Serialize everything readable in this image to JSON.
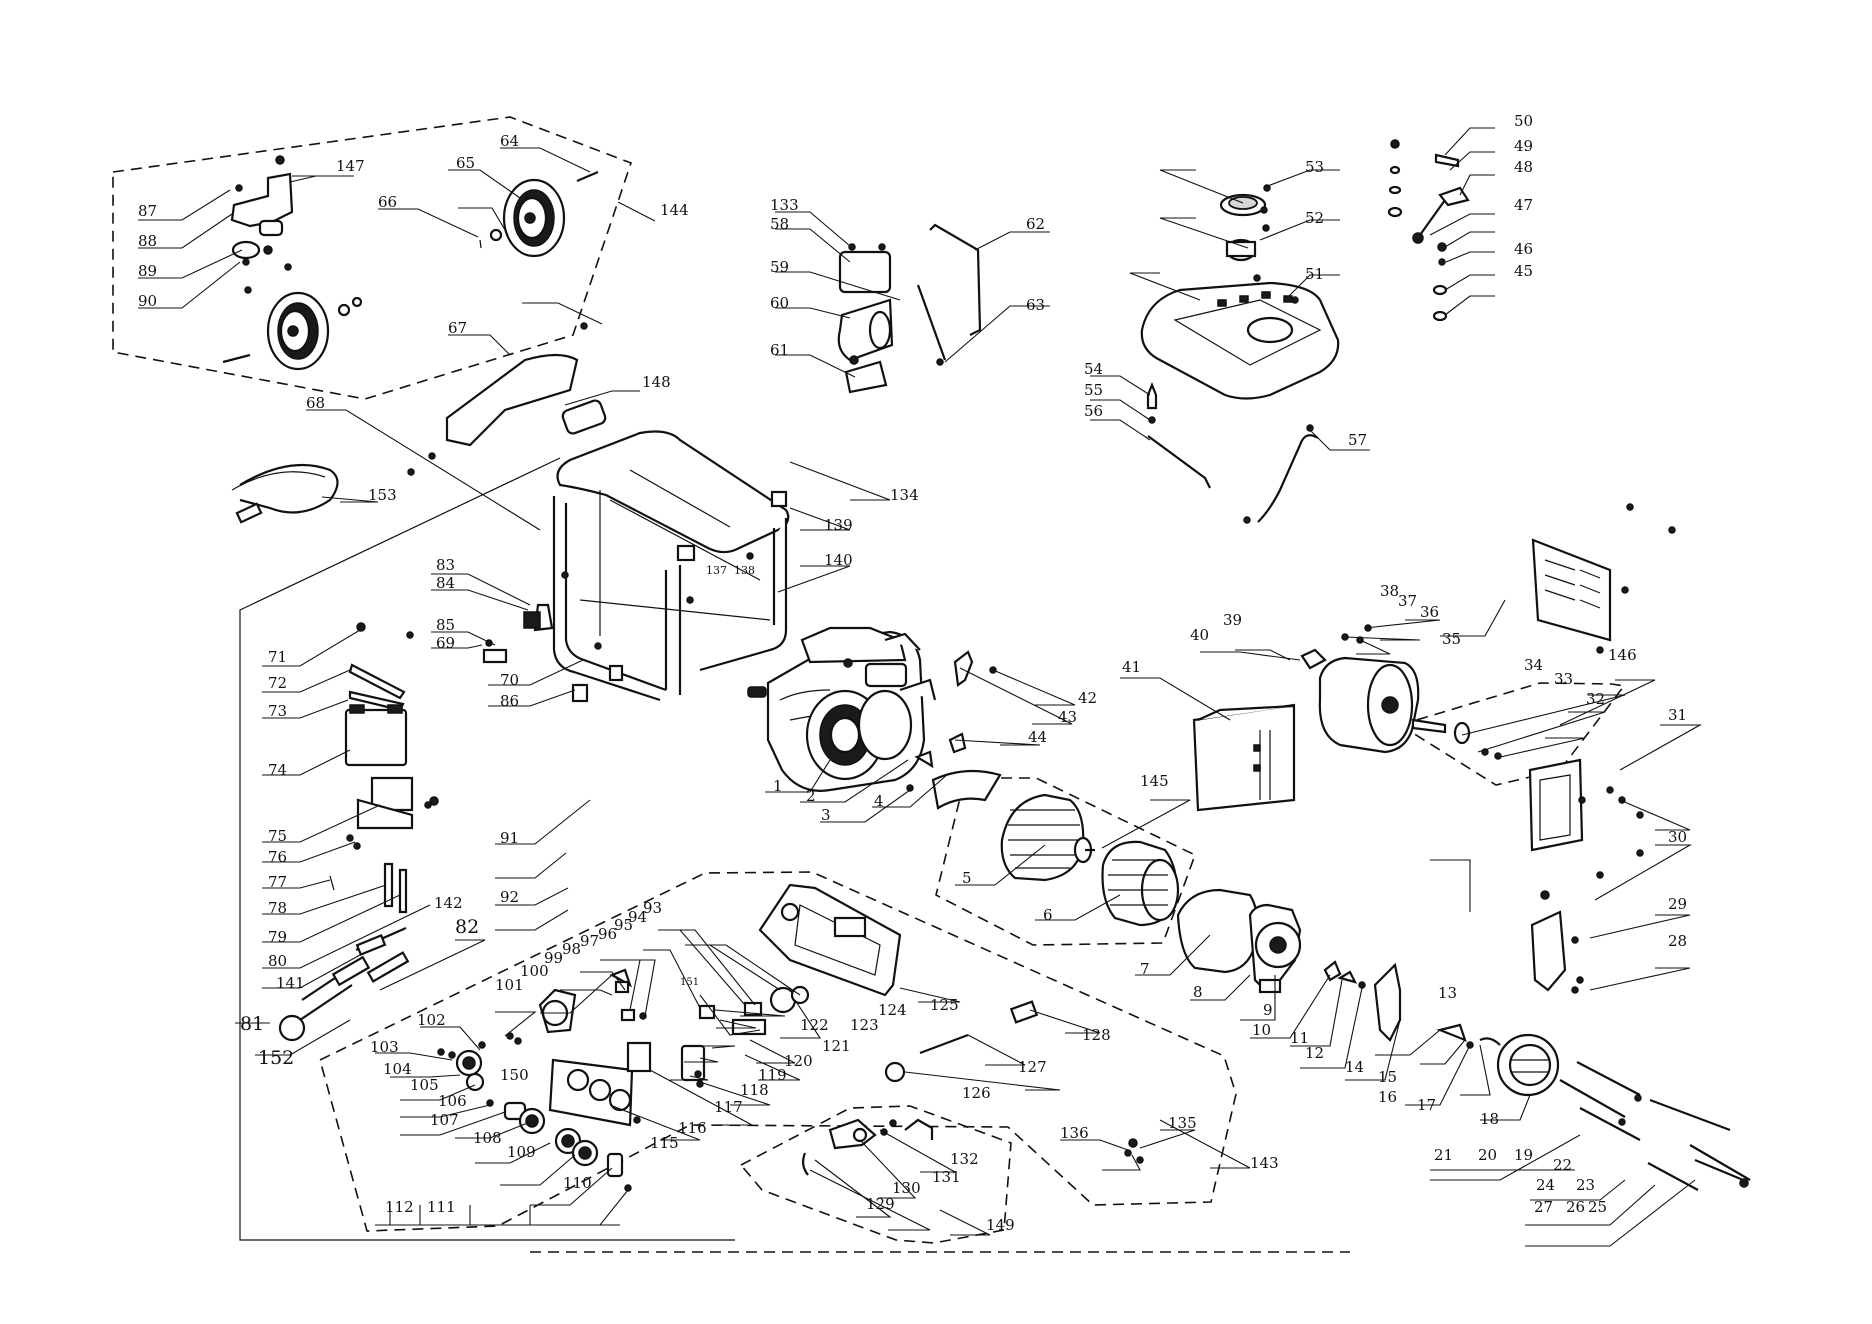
{
  "diagram": {
    "type": "exploded-parts-view",
    "part_numbers": [
      "1",
      "2",
      "3",
      "4",
      "5",
      "6",
      "7",
      "8",
      "9",
      "10",
      "11",
      "12",
      "13",
      "14",
      "15",
      "16",
      "17",
      "18",
      "19",
      "20",
      "21",
      "22",
      "23",
      "24",
      "25",
      "26",
      "27",
      "28",
      "29",
      "30",
      "31",
      "32",
      "33",
      "34",
      "35",
      "36",
      "37",
      "38",
      "39",
      "40",
      "41",
      "42",
      "43",
      "44",
      "45",
      "46",
      "47",
      "48",
      "49",
      "50",
      "51",
      "52",
      "53",
      "54",
      "55",
      "56",
      "57",
      "58",
      "59",
      "60",
      "61",
      "62",
      "63",
      "64",
      "65",
      "66",
      "67",
      "68",
      "69",
      "70",
      "71",
      "72",
      "73",
      "74",
      "75",
      "76",
      "77",
      "78",
      "79",
      "80",
      "81",
      "82",
      "83",
      "84",
      "85",
      "86",
      "87",
      "88",
      "89",
      "90",
      "91",
      "92",
      "93",
      "94",
      "95",
      "96",
      "97",
      "98",
      "99",
      "100",
      "101",
      "102",
      "103",
      "104",
      "105",
      "106",
      "107",
      "108",
      "109",
      "110",
      "111",
      "112",
      "115",
      "116",
      "117",
      "118",
      "119",
      "120",
      "121",
      "122",
      "123",
      "124",
      "125",
      "126",
      "127",
      "128",
      "129",
      "130",
      "131",
      "132",
      "133",
      "134",
      "135",
      "136",
      "137",
      "138",
      "139",
      "140",
      "141",
      "142",
      "143",
      "144",
      "145",
      "146",
      "147",
      "148",
      "149",
      "150",
      "151",
      "152",
      "153"
    ],
    "groups": {
      "wheel_kit": "144",
      "handle_bracket": "147",
      "rotor_stator": "145",
      "end_cover_kit": "146",
      "control_panel": "143",
      "outlet_module": "149"
    }
  }
}
